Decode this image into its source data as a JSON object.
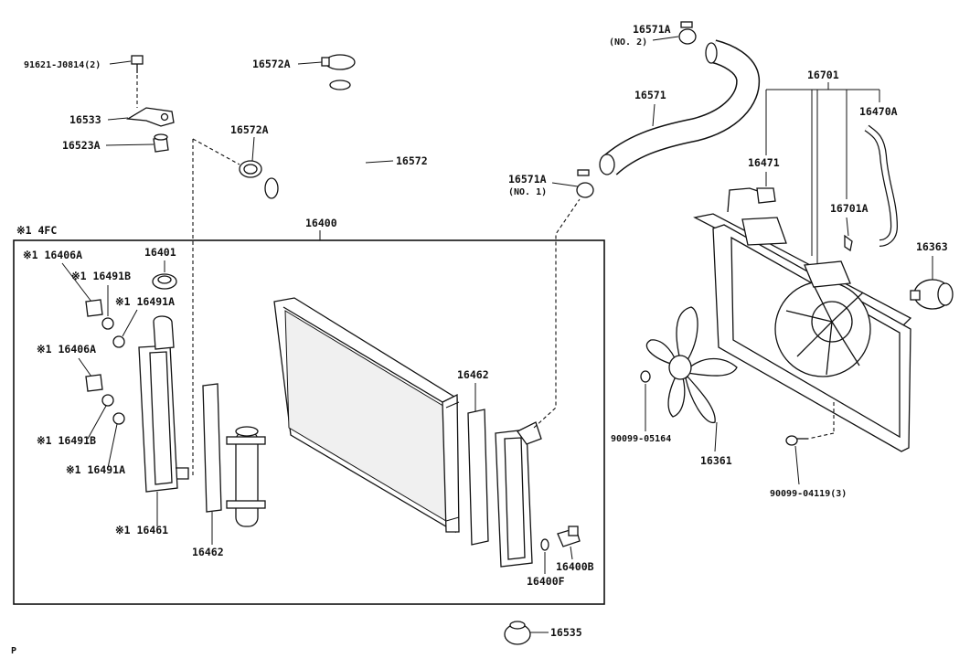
{
  "diagram": {
    "group_note": "※1  4FC",
    "footer_code": "P",
    "labels": {
      "bolt_91621": "91621-J0814(2)",
      "p16533": "16533",
      "p16523A": "16523A",
      "p16572A_top": "16572A",
      "p16572A_mid": "16572A",
      "p16572": "16572",
      "p16400": "16400",
      "p16401": "16401",
      "p16406A_1": "※1 16406A",
      "p16491B_1": "※1 16491B",
      "p16491A_1": "※1 16491A",
      "p16406A_2": "※1 16406A",
      "p16491B_2": "※1 16491B",
      "p16491A_2": "※1 16491A",
      "p16461": "※1 16461",
      "p16462_left": "16462",
      "p16462_right": "16462",
      "p16400F": "16400F",
      "p16400B": "16400B",
      "p16535": "16535",
      "p16571A_top": "16571A",
      "p16571A_top_sub": "(NO. 2)",
      "p16571": "16571",
      "p16571A_mid": "16571A",
      "p16571A_mid_sub": "(NO. 1)",
      "p16701": "16701",
      "p16471": "16471",
      "p16470A": "16470A",
      "p16701A": "16701A",
      "p16363": "16363",
      "p90099_05164": "90099-05164",
      "p16361": "16361",
      "p90099_04119": "90099-04119(3)"
    }
  }
}
